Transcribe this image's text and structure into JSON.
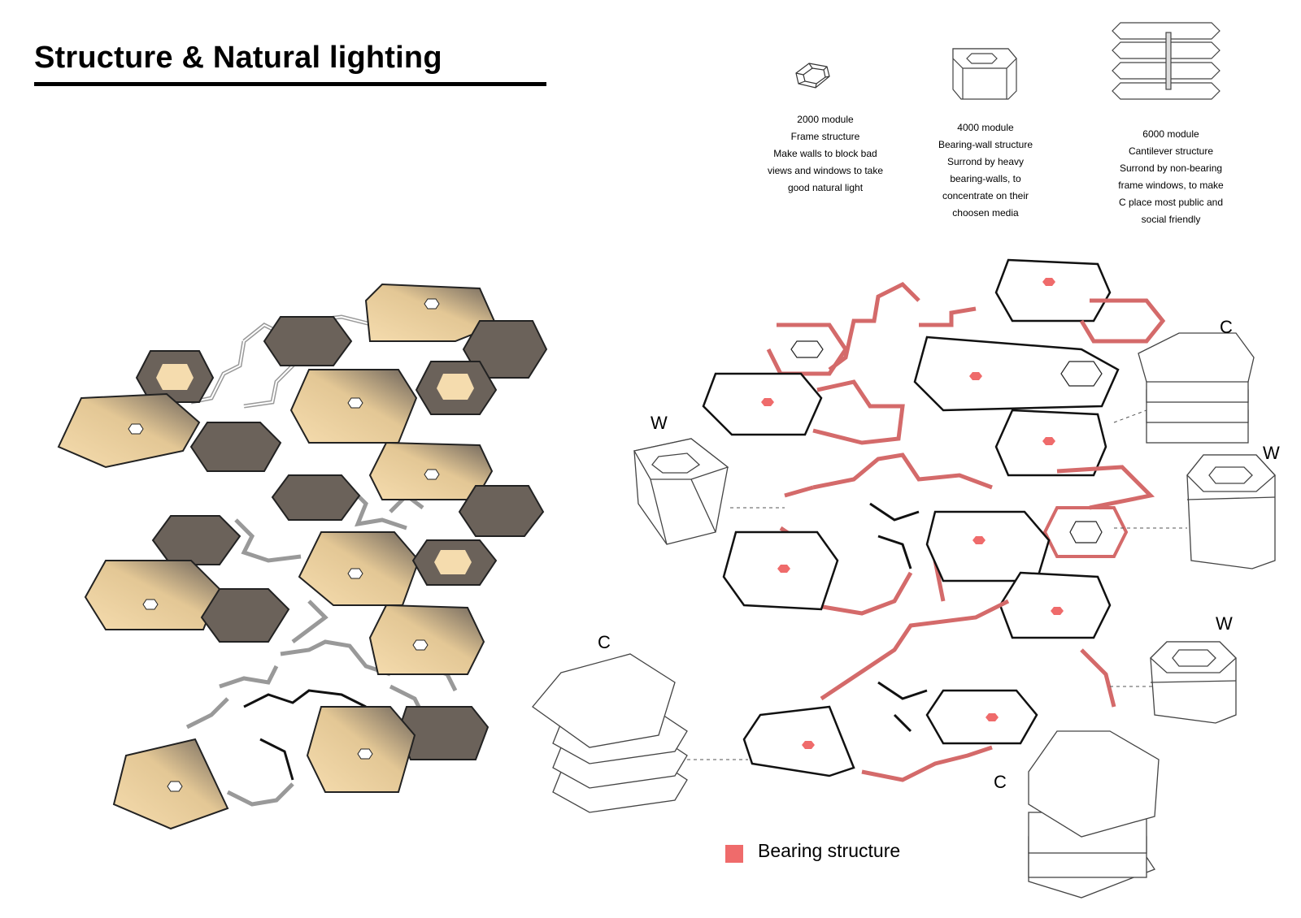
{
  "title": "Structure & Natural lighting",
  "modules": [
    {
      "lines": [
        "2000 module",
        "Frame structure",
        "Make walls to block bad",
        "views and windows to take",
        "good natural light"
      ]
    },
    {
      "lines": [
        "4000 module",
        "Bearing-wall structure",
        "Surrond by heavy",
        "bearing-walls, to",
        "concentrate on their",
        "choosen media"
      ]
    },
    {
      "lines": [
        "6000 module",
        "Cantilever structure",
        "Surrond by non-bearing",
        "frame windows, to make",
        "C place most public and",
        "social friendly"
      ]
    }
  ],
  "tags": {
    "c_top": "C",
    "w_right_top": "W",
    "w_left": "W",
    "c_left": "C",
    "w_right_bottom": "W",
    "c_bottom": "C"
  },
  "legend": {
    "label": "Bearing structure",
    "color": "#ef6b6b"
  },
  "colors": {
    "dark_floor": "#6b625a",
    "light_floor": "#f5dcae",
    "bearing": "#e27a7a"
  }
}
